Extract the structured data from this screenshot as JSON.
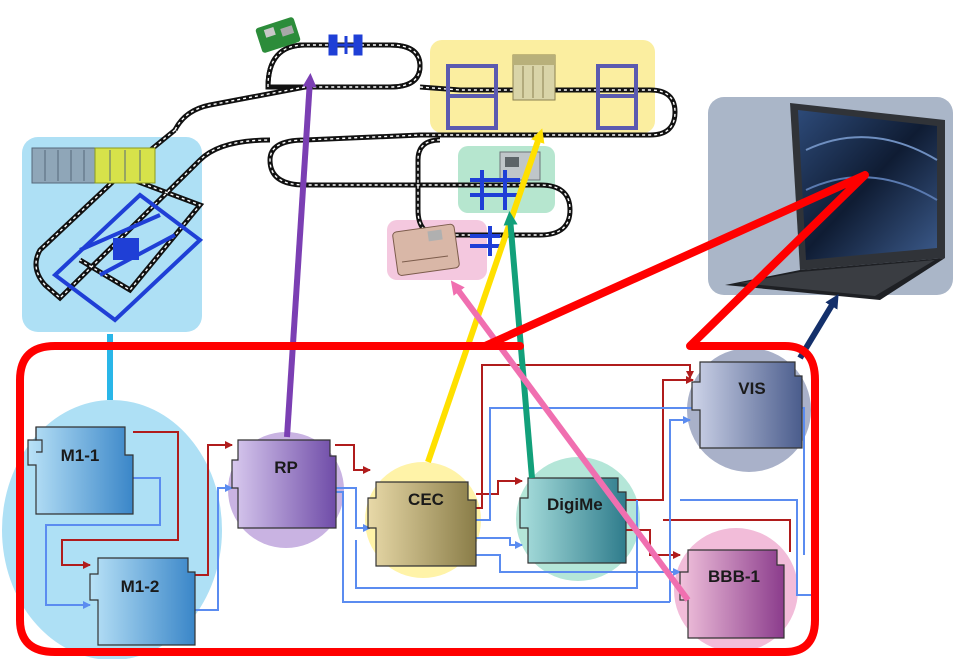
{
  "nodes": {
    "m11": "M1-1",
    "m12": "M1-2",
    "rp": "RP",
    "cec": "CEC",
    "digime": "DigiMe",
    "vis": "VIS",
    "bbb1": "BBB-1"
  },
  "colors": {
    "boundary": "#ff0000",
    "flow_red": "#b01c1c",
    "flow_blue": "#5b8cf0",
    "track": "#1c1c1c",
    "link_m1": "#29b6e8",
    "link_rp": "#7b3fb3",
    "link_cec": "#ffe000",
    "link_digime": "#12a07a",
    "link_bbb": "#f06fb0",
    "link_vis": "#14306b"
  },
  "icons": [
    "plc-icon",
    "raspberry-pi-icon",
    "controller-module-icon",
    "beaglebone-icon",
    "laptop-icon",
    "track-switch-icon"
  ]
}
